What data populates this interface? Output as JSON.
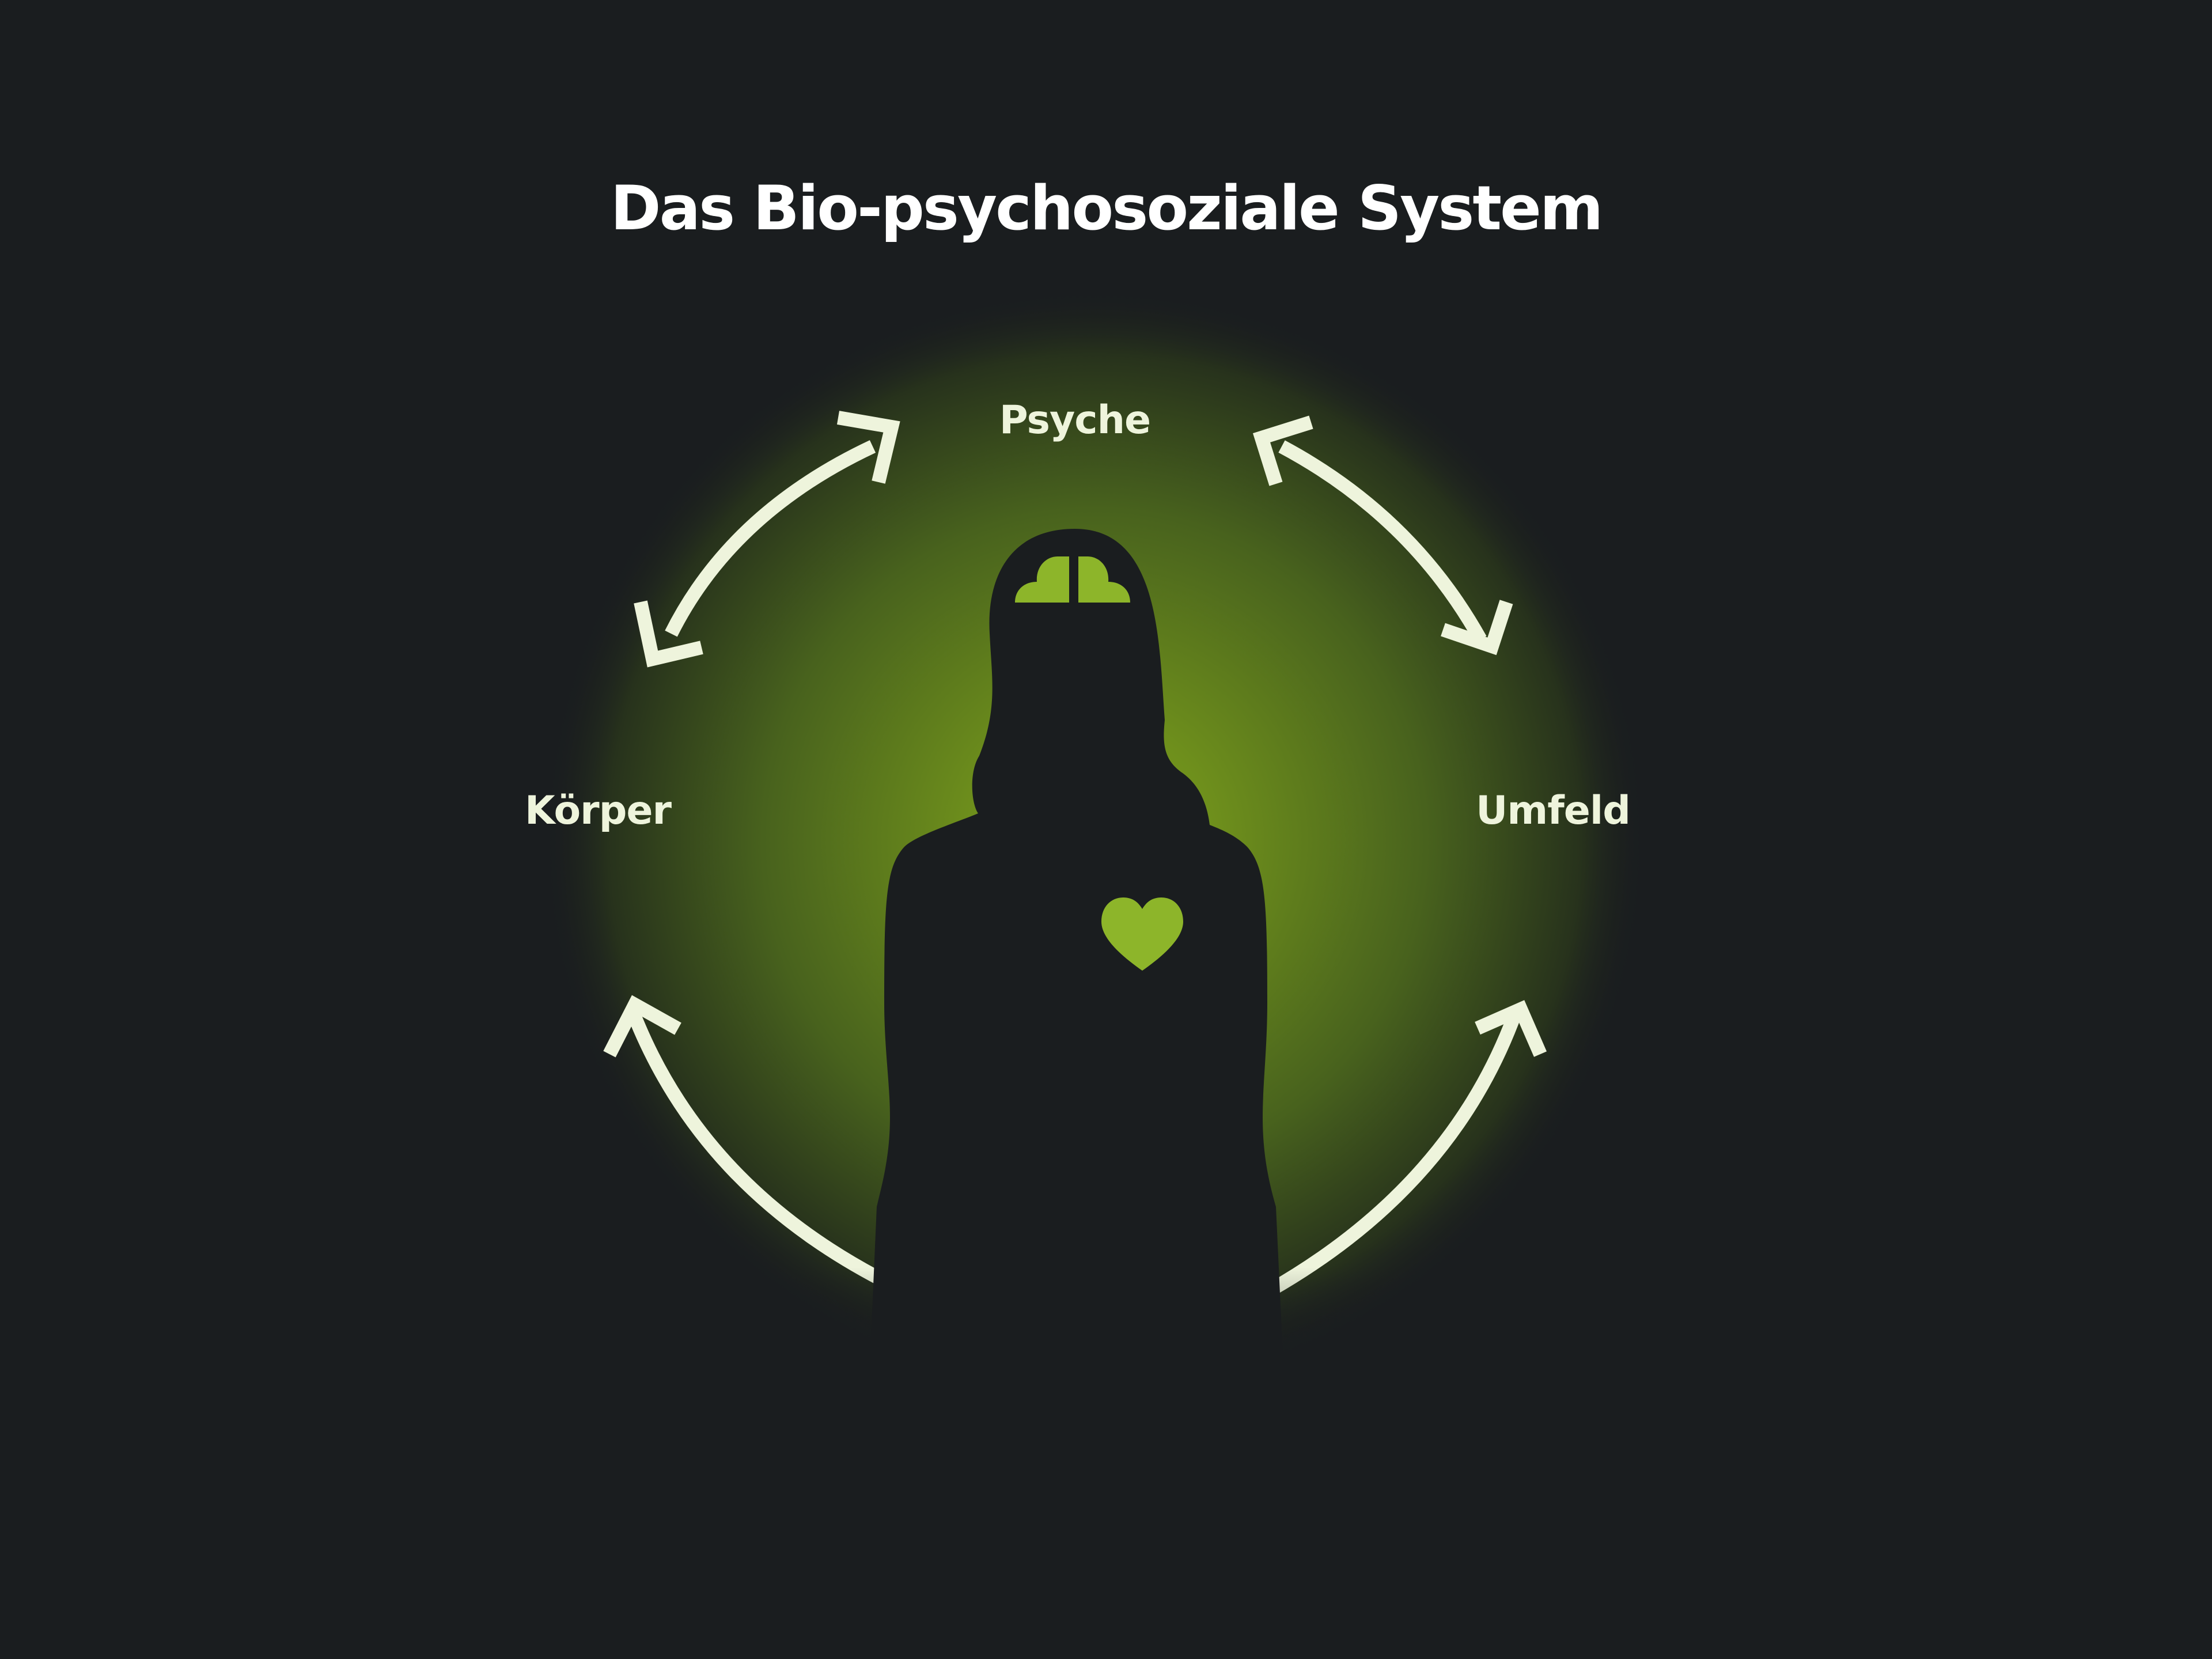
{
  "title": "Das Bio-psychosoziale System",
  "nodes": {
    "psyche": "Psyche",
    "koerper": "Körper",
    "umfeld": "Umfeld"
  },
  "colors": {
    "background": "#1a1d1f",
    "glow": "#7da21f",
    "accent": "#8db52a",
    "arrow": "#eef4dc",
    "silhouette": "#1a1d1f",
    "text": "#ffffff"
  },
  "icons": [
    "brain-icon",
    "heart-icon",
    "woman-silhouette",
    "double-arrow-icon"
  ]
}
